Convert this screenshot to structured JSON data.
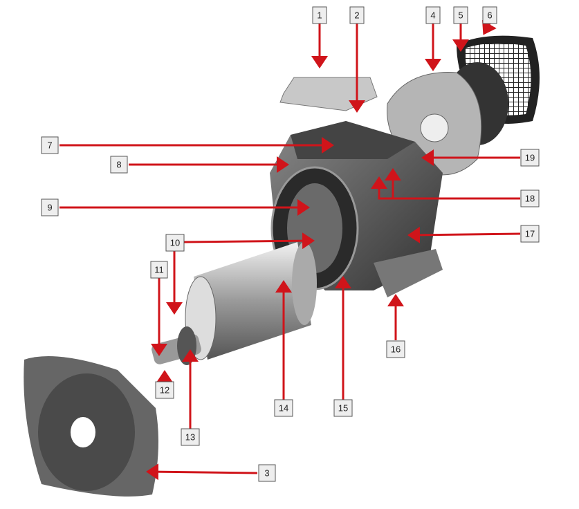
{
  "title": "Exploded view of electric motor",
  "labels": [
    "1",
    "2",
    "3",
    "4",
    "5",
    "6",
    "7",
    "8",
    "9",
    "10",
    "11",
    "12",
    "13",
    "14",
    "15",
    "16",
    "17",
    "18",
    "19"
  ],
  "colors": {
    "arrow": "#d0141a",
    "label_bg": "#eeeeee"
  }
}
